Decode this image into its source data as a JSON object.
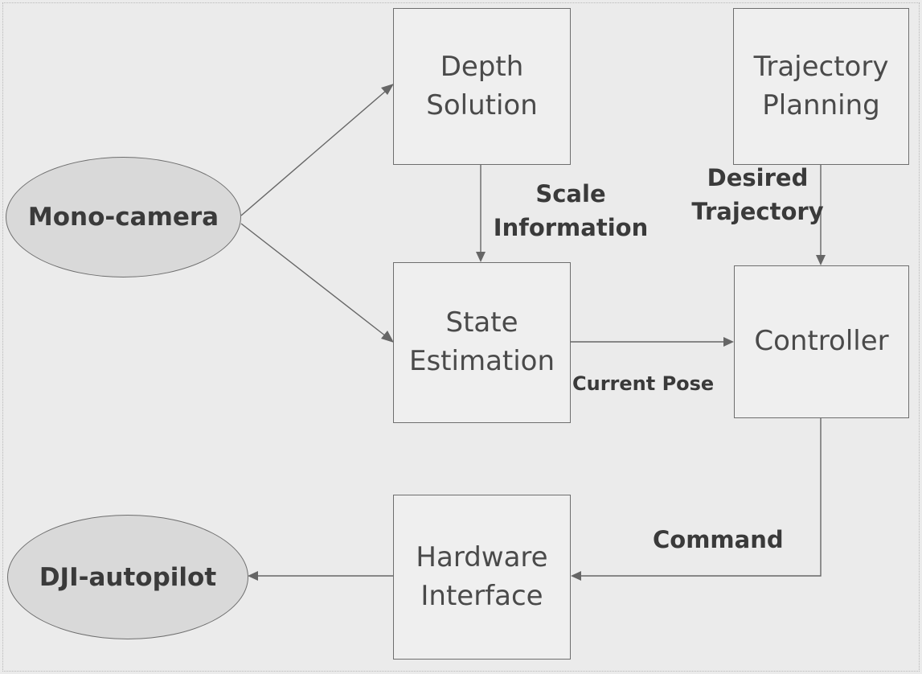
{
  "nodes": {
    "mono_camera": "Mono-camera",
    "depth_solution": "Depth\nSolution",
    "trajectory_planning": "Trajectory\nPlanning",
    "state_estimation": "State\nEstimation",
    "controller": "Controller",
    "hardware_interface": "Hardware\nInterface",
    "dji_autopilot": "DJI-autopilot"
  },
  "edge_labels": {
    "scale_information": "Scale\nInformation",
    "desired_trajectory": "Desired\nTrajectory",
    "current_pose": "Current Pose",
    "command": "Command"
  },
  "colors": {
    "background": "#ebebeb",
    "line": "#666666",
    "ellipse_fill": "#d9d9d9",
    "box_fill": "#efefef"
  }
}
